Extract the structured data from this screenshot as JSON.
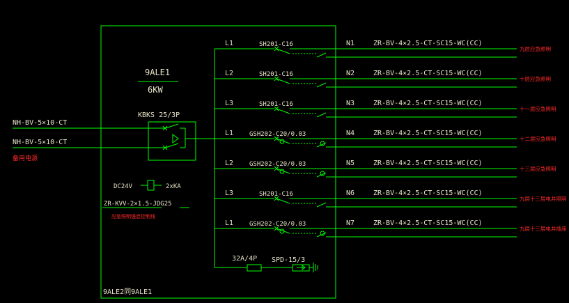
{
  "colors": {
    "background": "#000000",
    "wire": "#00ff00",
    "text_light": "#e8e2c8",
    "text_red": "#ff2a2a"
  },
  "panel": {
    "name": "9ALE1",
    "power": "6KW",
    "footer": "9ALE2同9ALE1"
  },
  "incoming": {
    "main_breaker": "KBKS 25/3P",
    "cable_1": "NH-BV-5×10-CT",
    "cable_2": "NH-BV-5×10-CT",
    "backup_label": "备用电源"
  },
  "control": {
    "voltage": "DC24V",
    "relay": "2xKA",
    "cable": "ZR-KVV-2×1.5-JDG25",
    "note": "应急照明强启控制线"
  },
  "circuits": [
    {
      "phase": "L1",
      "breaker": "SH201-C16",
      "id": "N1",
      "cable": "ZR-BV-4×2.5-CT-SC15-WC(CC)",
      "desc": "九层应急照明"
    },
    {
      "phase": "L2",
      "breaker": "SH201-C16",
      "id": "N2",
      "cable": "ZR-BV-4×2.5-CT-SC15-WC(CC)",
      "desc": "十层应急照明"
    },
    {
      "phase": "L3",
      "breaker": "SH201-C16",
      "id": "N3",
      "cable": "ZR-BV-4×2.5-CT-SC15-WC(CC)",
      "desc": "十一层应急照明"
    },
    {
      "phase": "L1",
      "breaker": "GSH202-C20/0.03",
      "id": "N4",
      "cable": "ZR-BV-4×2.5-CT-SC15-WC(CC)",
      "desc": "十二层应急照明"
    },
    {
      "phase": "L2",
      "breaker": "GSH202-C20/0.03",
      "id": "N5",
      "cable": "ZR-BV-4×2.5-CT-SC15-WC(CC)",
      "desc": "十三层应急照明"
    },
    {
      "phase": "L3",
      "breaker": "SH201-C16",
      "id": "N6",
      "cable": "ZR-BV-4×2.5-CT-SC15-WC(CC)",
      "desc": "九层十三层电井照明"
    },
    {
      "phase": "L1",
      "breaker": "GSH202-C20/0.03",
      "id": "N7",
      "cable": "ZR-BV-4×2.5-CT-SC15-WC(CC)",
      "desc": "九层十三层电井插座"
    }
  ],
  "spd": {
    "fuse": "32A/4P",
    "device": "SPD-15/3"
  }
}
